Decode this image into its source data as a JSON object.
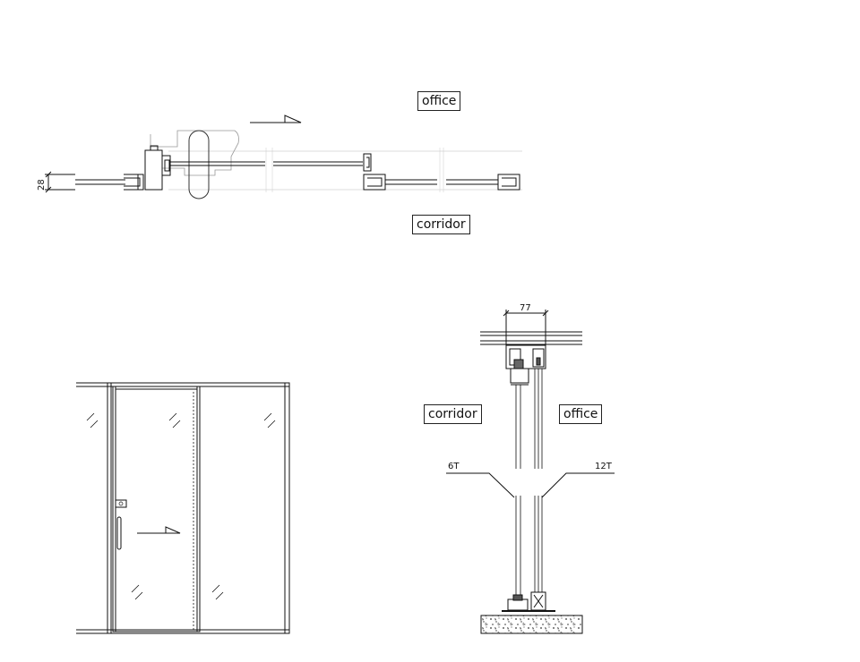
{
  "labels": {
    "plan_office": "office",
    "plan_corridor": "corridor",
    "section_corridor": "corridor",
    "section_office": "office"
  },
  "dimensions": {
    "plan_thickness": "28",
    "section_width": "77",
    "glass_left": "6T",
    "glass_right": "12T"
  }
}
